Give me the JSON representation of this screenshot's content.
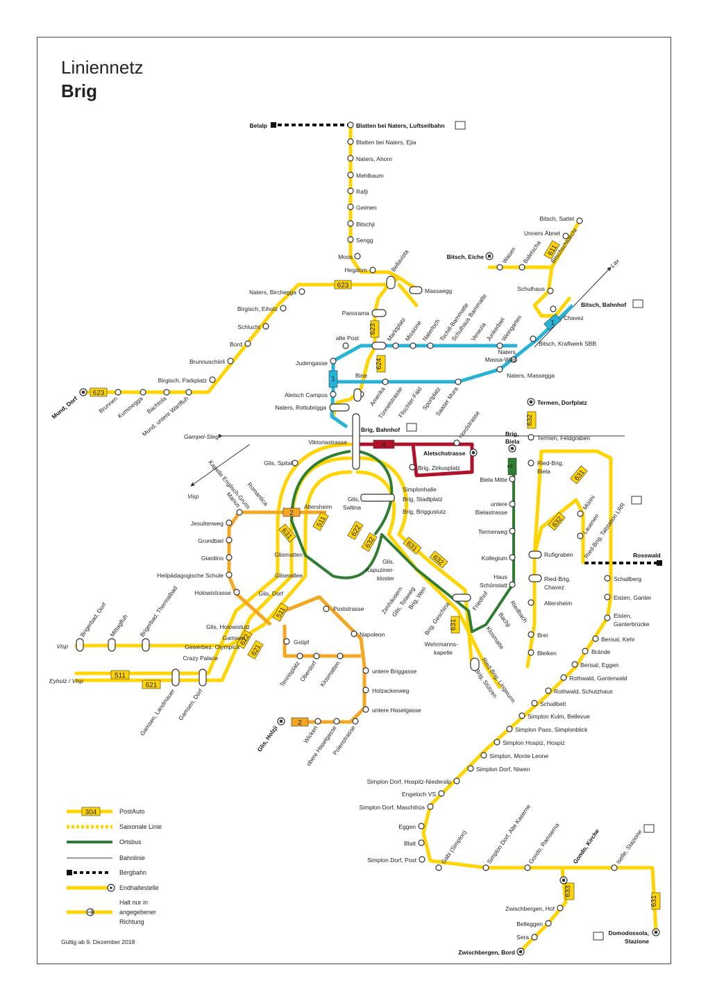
{
  "title": {
    "line1": "Liniennetz",
    "line2": "Brig"
  },
  "validity": "Gültig ab 9. Dezember 2018",
  "colors": {
    "postauto": "#ffd400",
    "ortsbus": "#2e7d32",
    "line4": "#b0122a",
    "line1": "#27b3d8",
    "line2": "#f5a623",
    "rail": "#333333"
  },
  "lines": [
    "623",
    "624",
    "1",
    "4",
    "2",
    "511",
    "621",
    "622",
    "631",
    "632",
    "633",
    "304"
  ],
  "stops": {
    "belalp": "Belalp",
    "blatten_luft": "Blatten bei Naters, Luftseilbahn",
    "blatten_ejia": "Blatten bei Naters, Ejia",
    "naters_ahorn": "Naters, Ahorn",
    "mehlbaum": "Mehlbaum",
    "rafji": "Rafji",
    "geimen": "Geimen",
    "bitschji": "Bitschji",
    "sengg": "Sengg",
    "moos": "Moos",
    "hegdorn": "Hegdorn",
    "bellavista": "Bellavista",
    "naters_birchegga": "Naters, Birchegga",
    "massaegg": "Massaegg",
    "birgisch_eiholz": "Birgisch, Eiholz",
    "panorama": "Panorama",
    "schlucht": "Schlucht",
    "alte_post": "alte Post",
    "bord": "Bord",
    "brunnuschiirli": "Brunnuschiirli",
    "judengasse": "Judengasse",
    "bine": "Bine",
    "birgisch_parkplatz": "Birgisch, Parkplatz",
    "aletsch_campus": "Aletsch Campus",
    "naters_rottubrigga": "Naters, Rottubrigga",
    "mund_dorf": "Mund, Dorf",
    "brunnen": "Brunnen",
    "kummegga": "Kummegga",
    "bachtola": "Bachtola",
    "mund_wartfluh": "Mund, untere Wartfluh",
    "marktplatz": "Marktplatz",
    "missione": "Missione",
    "naterloch": "Naterloch",
    "tschill": "Tschill-Bammatte",
    "schulhaus_bammatte": "Schulhaus Bammatte",
    "venezia": "Venezia",
    "junkerbiel": "Junkerbiel",
    "weingarten": "Weingarten",
    "amerika": "Amerika",
    "tunnelstrasse": "Tünnelstrasse",
    "flischter": "Flischter-Fäld",
    "sportplatz": "Sportplatz",
    "saaser_mura": "Saaser Mura",
    "bitsch_sattel": "Bitsch, Sattel",
    "unners_abnet": "Unners Äbnet",
    "bitsch_eiche": "Bitsch, Eiche",
    "wasen": "Wasen",
    "baletscha": "Baletscha",
    "bitschschluecht": "Bitschschlüecht",
    "lax": "Lax",
    "schulhaus": "Schulhaus",
    "bitsch_bahnhof": "Bitsch, Bahnhof",
    "chavez": "Chavez",
    "kraftwerk": "Bitsch, Kraftwerk SBB",
    "naters_massa_wildi": "Naters, Massa-Wildi",
    "naters_massegga": "Naters, Massegga",
    "brig_bahnhof": "Brig, Bahnhof",
    "nordstrasse": "Nordstrasse",
    "gampel_steg": "Gampel-Steg",
    "viktoriastrasse": "Viktoriastrasse",
    "aletschstrasse": "Aletschstrasse",
    "brig_zirkusplatz": "Brig, Zirkusplatz",
    "glis_spital": "Glis, Spital",
    "kapelle_englisch_gruss": "Kapelle Englisch-Gruss",
    "visp": "Visp",
    "romantica": "Romantica",
    "manus": "Manus",
    "simplonhalle": "Simplonhalle",
    "glis_saltina": "Glis, Saltina",
    "altersheim": "Altersheim",
    "brig_stadtplatz": "Brig, Stadtplatz",
    "brig_briggustutz": "Brig, Briggustutz",
    "jesuitenweg": "Jesuitenweg",
    "grundbiel": "Grundbiel",
    "giardino": "Giardino",
    "glismatten": "Glismatten",
    "heilpaed": "Heilpädagogische Schule",
    "gliserallee": "Gliserallee",
    "holowistrasse": "Holowistrasse",
    "glis_dorf": "Glis, Dorf",
    "glis_kapuziner": "Glis, Kapuziner-kloster",
    "zenhaeusern": "Zenhäusern",
    "glis_tolaweg": "Glis, Tolaweg",
    "brig_weri": "Brig, Weri",
    "poststrasse": "Poststrasse",
    "brig_geschina": "Brig, Geschina",
    "glis_holowistutz": "Glis, Holowistutz",
    "gamsen_olympica": "Gamsen, Gewerbez. Olympica",
    "crazy_palace": "Crazy Palace",
    "napoleon": "Napoleon",
    "gstipf": "Gstipf",
    "wehrmanns": "Wehrmanns-kapelle",
    "tennisplatz": "Tennisplatz",
    "oberdorf": "Oberdorf",
    "klosmatten": "Klosmatten",
    "untere_briggasse": "untere Briggasse",
    "holzackerweg": "Holzackerweg",
    "untere_haselgasse": "untere Haselgasse",
    "glis_holzji": "Glis, Holzji",
    "wickert": "Wickert",
    "obere_haselgasse": "obere Haselgasse",
    "polenstrasse": "Polenstrasse",
    "brigerbad_dorf": "Brigerbad, Dorf",
    "mittagfluh": "Mittagfluh",
    "brigerbad_thermal": "Brigerbad, Thermalbad",
    "eyholz_visp": "Eyholz / Visp",
    "gamsen_landmauer": "Gamsen, Landmauer",
    "gamsen_dorf": "Gamsen, Dorf",
    "brig_biela": "Brig, Biela",
    "biela_mitte": "Biela Mitte",
    "untere_bielastrasse": "untere Bielastrasse",
    "termerweg": "Termerweg",
    "kollegium": "Kollegium",
    "haus_schoenstatt": "Haus Schönstatt",
    "friedhof": "Friedhof",
    "riedbach": "Riedbach",
    "bachji": "Bachji",
    "klosmatte": "Klosmatte",
    "ried_brig_lingwurm": "Ried-Brig, Lingwurm",
    "brig_stuetzen": "Brig, Stützen",
    "termen_dorfplatz": "Termen, Dorfplatz",
    "termen_feldgraben": "Termen, Feldgraben",
    "ried_brig_biela": "Ried-Brig, Biela",
    "muerini": "Mürini",
    "lauenen": "Lauenen",
    "ried_brig_talstation": "Ried-Brig, Talstation LRR",
    "rosswald": "Rosswald",
    "rufigraben": "Rufigraben",
    "ried_brig_chavez": "Ried-Brig, Chavez",
    "altersheim2": "Altersheim",
    "brei": "Brei",
    "bleiken": "Bleiken",
    "schallberg": "Schallberg",
    "eisten_ganter": "Eisten, Ganter",
    "eisten_ganterbruecke": "Eisten, Ganterbrücke",
    "berisal_kehr": "Berisal, Kehr",
    "braende": "Brände",
    "berisal_eggen": "Berisal, Eggen",
    "rothwald_ganterwald": "Rothwald, Ganterwald",
    "rothwald_schutzhaus": "Rothwald, Schutzhaus",
    "schallbett": "Schallbett",
    "simplon_kulm": "Simplon Kulm, Bellevue",
    "simplon_pass": "Simplon Pass, Simplonblick",
    "simplon_hospiz": "Simplon Hospiz, Hospiz",
    "monte_leone": "Simplon, Monte Leone",
    "niwen": "Simplon Dorf, Niwen",
    "hospiz_niederalp": "Simplon Dorf, Hospitz-Niederalp",
    "engeloch": "Engeloch VS",
    "maschihues": "Simplon Dorf, Maschihüs",
    "eggen": "Eggen",
    "blatt": "Blatt",
    "simplon_post": "Simplon Dorf, Post",
    "gabi": "Gabi (Simplon)",
    "alte_kaserne": "Simplon Dorf, Alte Kaserne",
    "gondo_ramserna": "Gondo, Ramserna",
    "gondo_kirche": "Gondo, Kirche",
    "iselle": "Iselle, Stazione",
    "zwischbergen_hof": "Zwischbergen, Hof",
    "belleggen": "Belleggen",
    "sera": "Sera",
    "zwischbergen_bord": "Zwischbergen, Bord",
    "domodossola": "Domodossola, Stazione"
  },
  "legend": {
    "postauto": "PostAuto",
    "saisonal": "Saisonale Linie",
    "ortsbus": "Ortsbus",
    "bahnlinie": "Bahnlinie",
    "bergbahn": "Bergbahn",
    "endhalt": "Endhaltestelle",
    "halt_nur_1": "Halt nur in",
    "halt_nur_2": "angegebener",
    "halt_nur_3": "Richtung",
    "sample_line": "304"
  }
}
